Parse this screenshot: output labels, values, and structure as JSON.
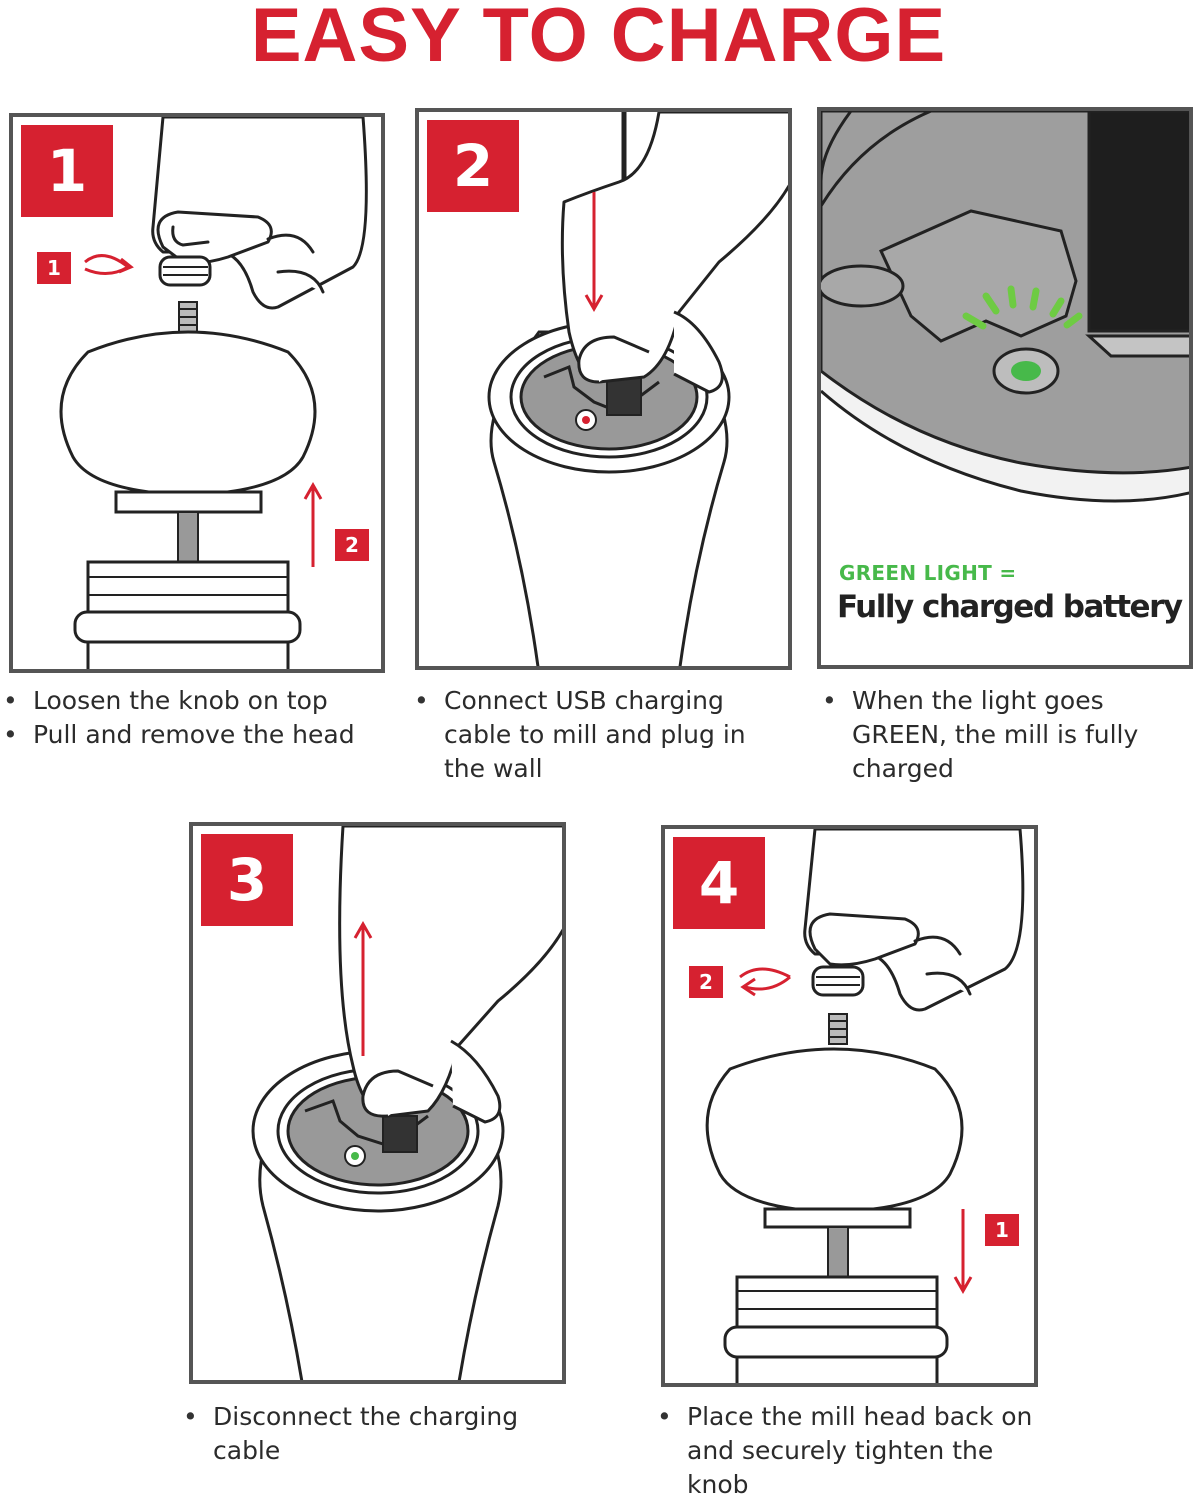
{
  "title": "EASY TO CHARGE",
  "colors": {
    "accent": "#d62130",
    "green": "#47b94a",
    "outline": "#555555"
  },
  "steps": [
    {
      "badge": "1",
      "mini_a": "1",
      "mini_b": "2",
      "bullets": [
        "Loosen the knob on top",
        "Pull and remove the head"
      ]
    },
    {
      "badge": "2",
      "bullets": [
        "Connect USB charging cable to mill and plug in the wall"
      ]
    },
    {
      "green_label": "GREEN LIGHT =",
      "green_text": "Fully charged battery",
      "bullets": [
        "When the light goes GREEN, the mill is fully charged"
      ]
    },
    {
      "badge": "3",
      "bullets": [
        "Disconnect the charging cable"
      ]
    },
    {
      "badge": "4",
      "mini_a": "2",
      "mini_b": "1",
      "bullets": [
        "Place the mill head back on and securely tighten the knob"
      ]
    }
  ]
}
